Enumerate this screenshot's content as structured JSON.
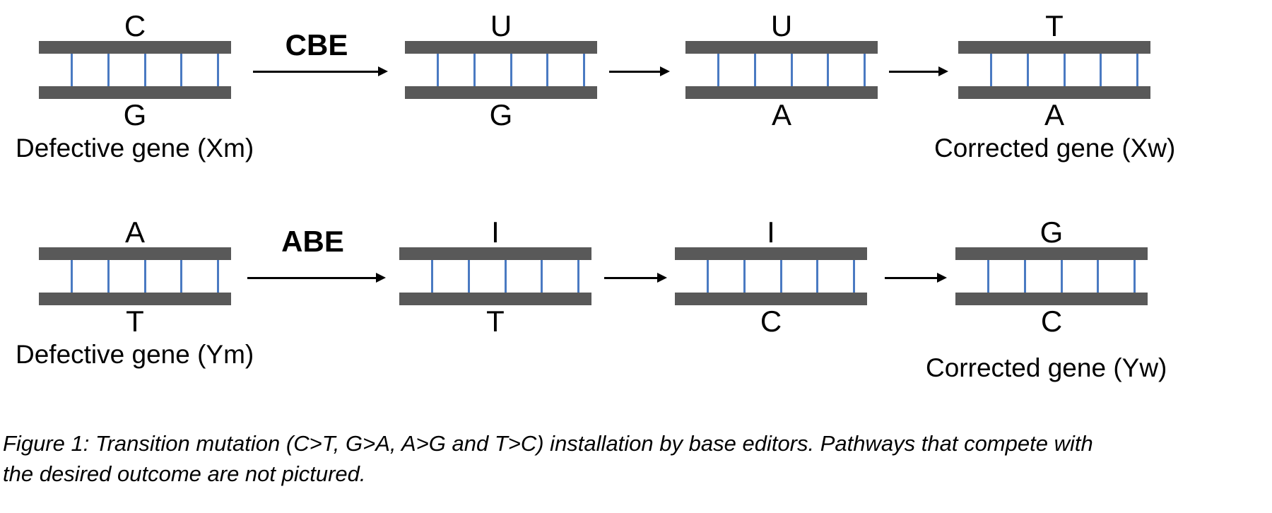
{
  "figure": {
    "rows": [
      {
        "editor_label": "CBE",
        "start_label": "Defective gene (Xm)",
        "end_label": "Corrected gene (Xw)",
        "ladders": [
          {
            "top": "C",
            "bottom": "G"
          },
          {
            "top": "U",
            "bottom": "G"
          },
          {
            "top": "U",
            "bottom": "A"
          },
          {
            "top": "T",
            "bottom": "A"
          }
        ]
      },
      {
        "editor_label": "ABE",
        "start_label": "Defective gene (Ym)",
        "end_label": "Corrected gene (Yw)",
        "ladders": [
          {
            "top": "A",
            "bottom": "T"
          },
          {
            "top": "I",
            "bottom": "T"
          },
          {
            "top": "I",
            "bottom": "C"
          },
          {
            "top": "G",
            "bottom": "C"
          }
        ]
      }
    ],
    "base_pairs_per_ladder": 5,
    "caption_line1": "Figure 1: Transition mutation (C>T, G>A, A>G and T>C) installation by base editors. Pathways that compete with",
    "caption_line2": "the desired outcome are not pictured.",
    "colors": {
      "strand": "#595959",
      "base_pair": "#4a7ac2",
      "ink": "#000000"
    }
  }
}
